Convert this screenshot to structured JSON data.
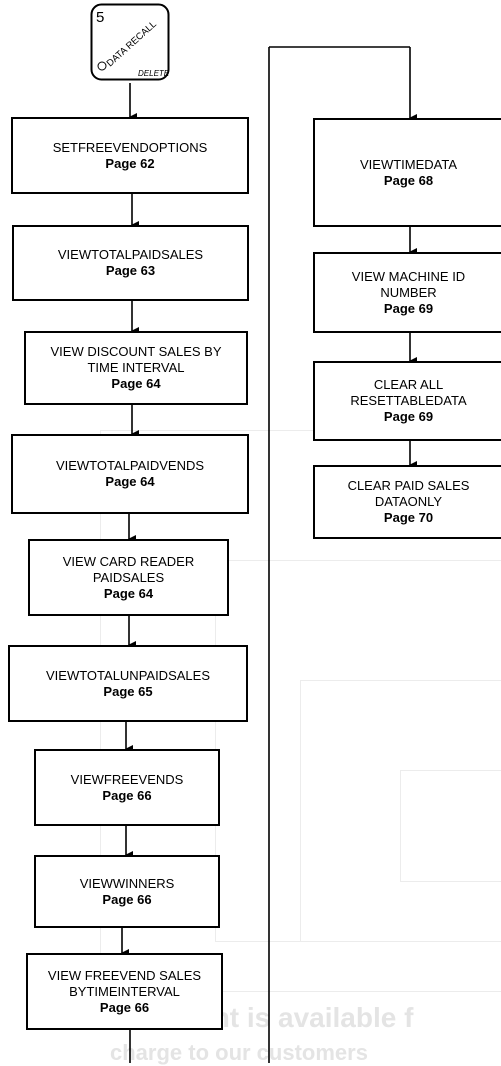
{
  "key": {
    "number": "5",
    "label": "DATA RECALL",
    "sublabel": "DELETE"
  },
  "left_column": [
    {
      "title": "SETFREEVENDOPTIONS",
      "page": "Page 62"
    },
    {
      "title": "VIEWTOTALPAIDSALES",
      "page": "Page 63"
    },
    {
      "title": "VIEW DISCOUNT SALES BY",
      "title2": "TIME INTERVAL",
      "page": "Page 64"
    },
    {
      "title": "VIEWTOTALPAIDVENDS",
      "page": "Page 64"
    },
    {
      "title": "VIEW CARD READER",
      "title2": "PAIDSALES",
      "page": "Page 64"
    },
    {
      "title": "VIEWTOTALUNPAIDSALES",
      "page": "Page 65"
    },
    {
      "title": "VIEWFREEVENDS",
      "page": "Page 66"
    },
    {
      "title": "VIEWWINNERS",
      "page": "Page 66"
    },
    {
      "title": "VIEW FREEVEND SALES",
      "title2": "BYTIMEINTERVAL",
      "page": "Page 66"
    }
  ],
  "right_column": [
    {
      "title": "VIEWTIMEDATA",
      "page": "Page 68"
    },
    {
      "title": "VIEW MACHINE ID",
      "title2": "NUMBER",
      "page": "Page 69"
    },
    {
      "title": "CLEAR ALL",
      "title2": "RESETTABLEDATA",
      "page": "Page 69"
    },
    {
      "title": "CLEAR PAID SALES",
      "title2": "DATAONLY",
      "page": "Page 70"
    }
  ],
  "watermark": {
    "line1": "This document is available f",
    "line2": "charge to our customers"
  }
}
